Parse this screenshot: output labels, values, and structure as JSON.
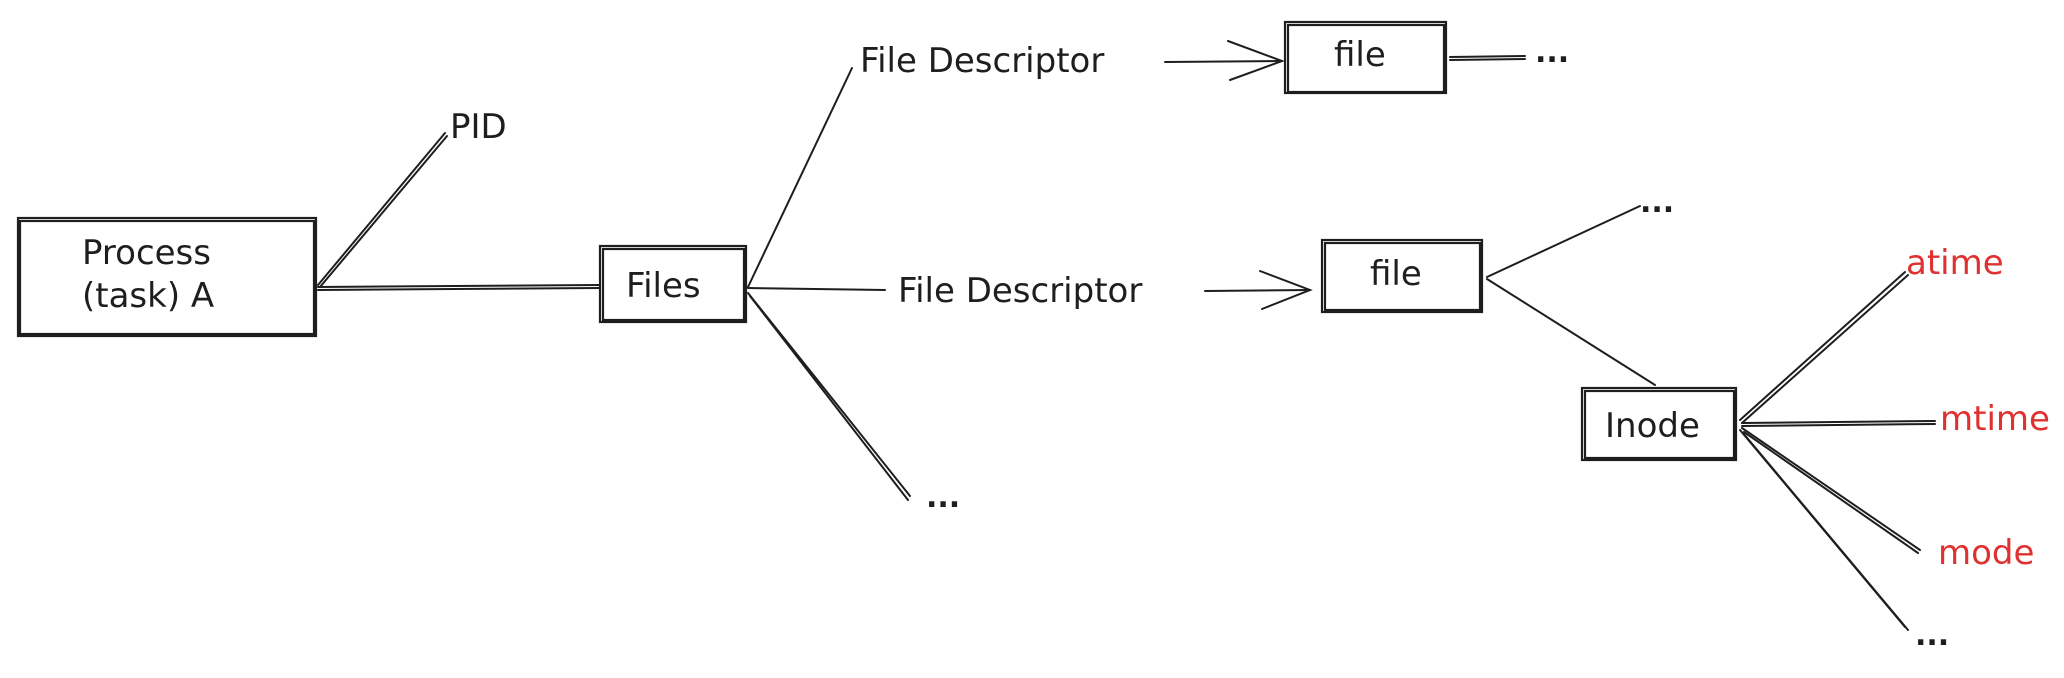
{
  "nodes": {
    "process_line1": "Process",
    "process_line2": "(task) A",
    "pid": "PID",
    "files": "Files",
    "fd_top": "File Descriptor",
    "fd_mid": "File Descriptor",
    "file_top": "file",
    "file_mid": "file",
    "inode": "Inode",
    "atime": "atime",
    "mtime": "mtime",
    "mode": "mode",
    "ellipsis_file_top": "...",
    "ellipsis_files": "...",
    "ellipsis_file_mid": "...",
    "ellipsis_inode": "..."
  },
  "colors": {
    "ink": "#1e1e1e",
    "attribute": "#e03131"
  }
}
